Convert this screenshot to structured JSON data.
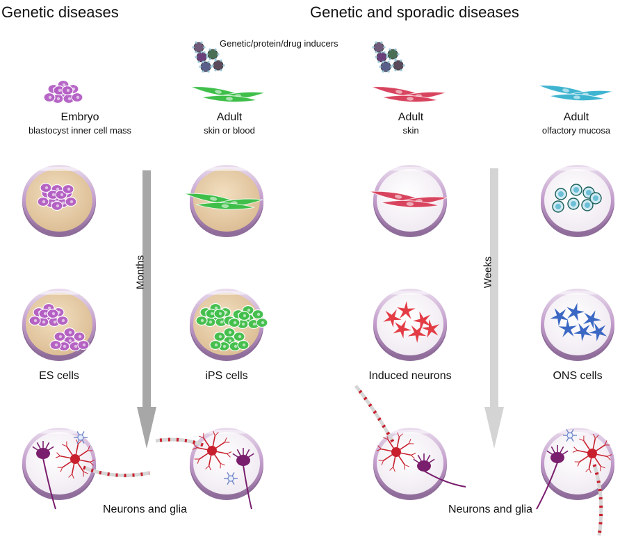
{
  "headings": {
    "left": "Genetic diseases",
    "right": "Genetic and sporadic diseases"
  },
  "inducers": "Genetic/protein/drug inducers",
  "sources": [
    {
      "title": "Embryo",
      "detail": "blastocyst inner cell mass",
      "color": "#b35ec4"
    },
    {
      "title": "Adult",
      "detail": "skin or blood",
      "color": "#3fbf4a"
    },
    {
      "title": "Adult",
      "detail": "skin",
      "color": "#d8445e"
    },
    {
      "title": "Adult",
      "detail": "olfactory mucosa",
      "color": "#3fb4d0"
    }
  ],
  "arrows": {
    "left": "Months",
    "right": "Weeks"
  },
  "cell_types": [
    "ES cells",
    "iPS cells",
    "Induced neurons",
    "ONS cells"
  ],
  "outcomes": {
    "left": "Neurons and glia",
    "right": "Neurons and glia"
  },
  "colors": {
    "dish_rim": "#c7a9cf",
    "dish_medium": "#e6cda8",
    "arrow_left": "#a7a7a7",
    "arrow_right": "#d4d4d4",
    "neuron_purple": "#7a1e6e",
    "neuron_red": "#c8202d",
    "glia_blue": "#6f86c9",
    "ons_blue": "#3b68c4",
    "induced_red": "#e33c45"
  }
}
